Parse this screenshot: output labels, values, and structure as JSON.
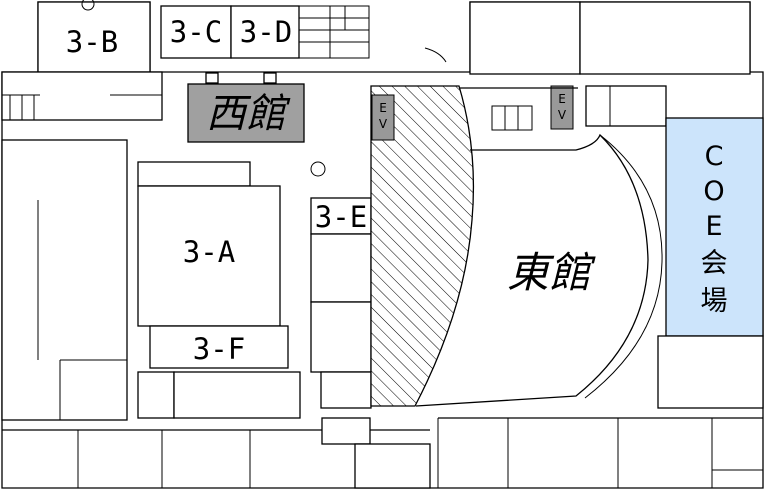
{
  "rooms": {
    "r3b": "3-B",
    "r3c": "3-C",
    "r3d": "3-D",
    "r3a": "3-A",
    "r3e": "3-E",
    "r3f": "3-F"
  },
  "buildings": {
    "west": "西館",
    "east": "東館"
  },
  "elevator": {
    "ev1": "EV",
    "ev2": "EV"
  },
  "venue": {
    "line1": "C",
    "line2": "O",
    "line3": "E",
    "line4": "会",
    "line5": "場"
  },
  "colors": {
    "west_label_bg": "#a0a0a0",
    "venue_bg": "#cce4fb",
    "elevator_bg": "#999999"
  }
}
